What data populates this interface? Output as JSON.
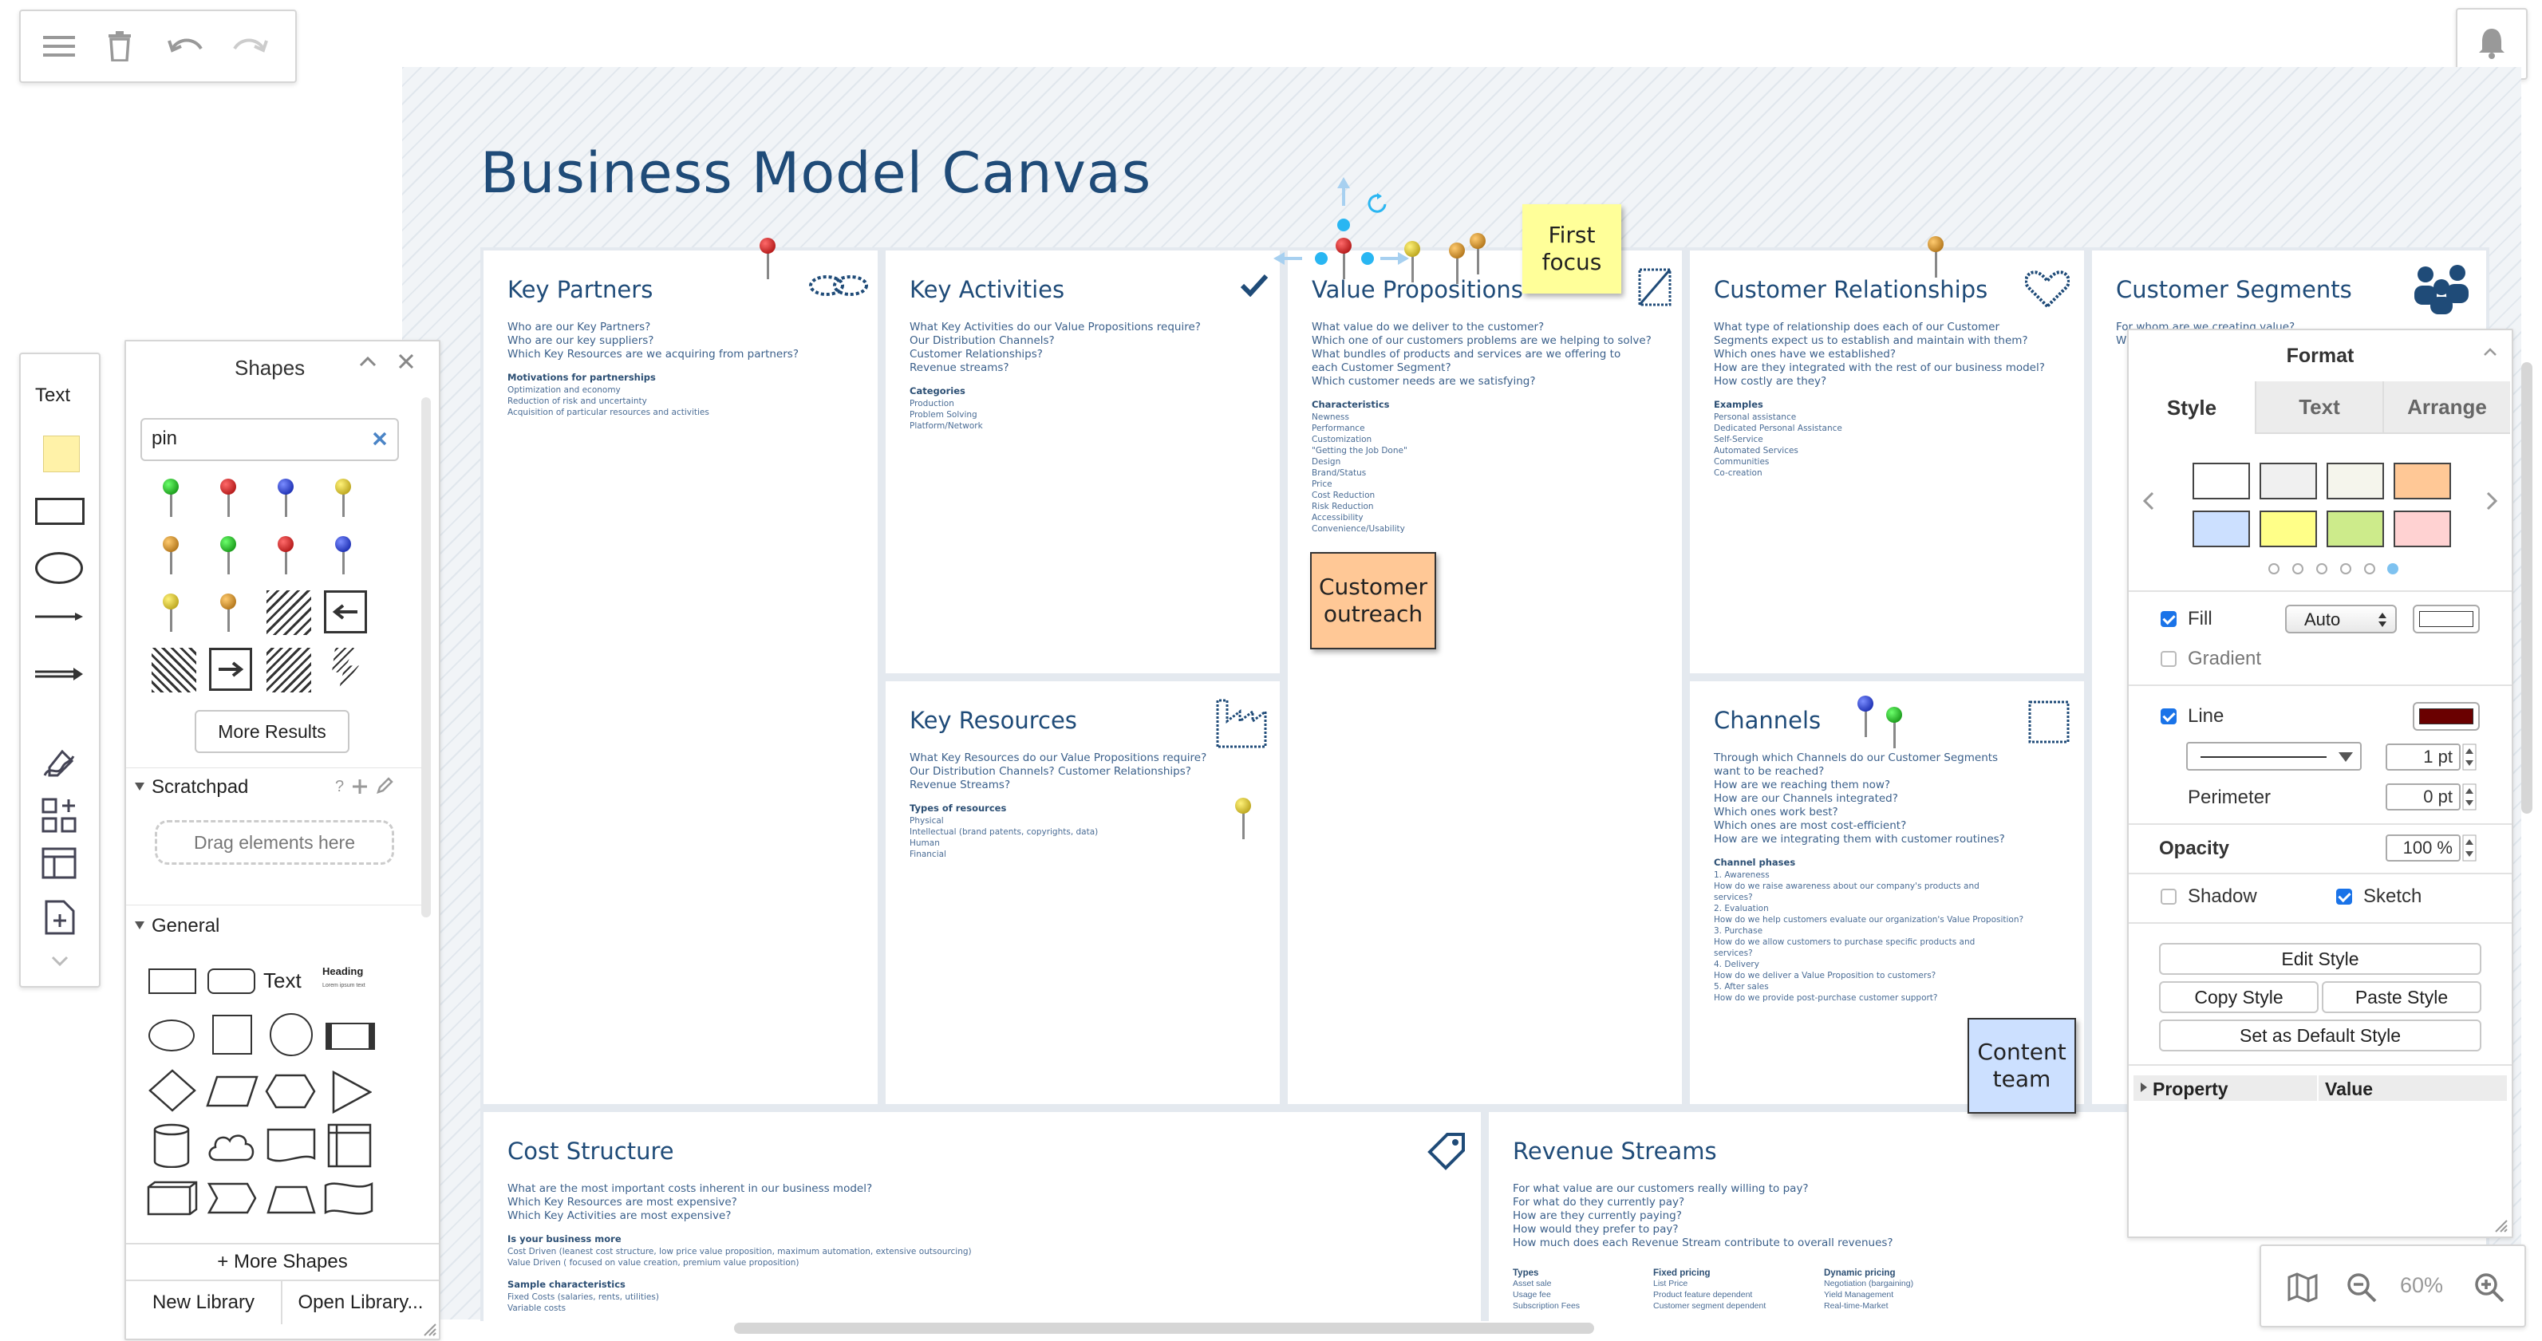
{
  "toolbar": {
    "menu_icon": "menu-icon",
    "delete_icon": "trash-icon",
    "undo_icon": "undo-icon",
    "redo_icon": "redo-icon"
  },
  "notification_icon": "bell-icon",
  "canvas": {
    "title": "Business Model Canvas",
    "cells": {
      "key_partners": {
        "title": "Key Partners",
        "questions": "Who are our Key Partners?\nWho are our key suppliers?\nWhich Key Resources are we acquiring from partners?",
        "sub": "Motivations for partnerships",
        "details": "Optimization and economy\nReduction of risk and uncertainty\nAcquisition of particular resources and activities"
      },
      "key_activities": {
        "title": "Key Activities",
        "questions": "What Key Activities do our Value Propositions require?\nOur Distribution Channels?\nCustomer Relationships?\nRevenue streams?",
        "sub": "Categories",
        "details": "Production\nProblem Solving\nPlatform/Network"
      },
      "value_propositions": {
        "title": "Value Propositions",
        "questions": "What value do we deliver to the customer?\nWhich one of our customers problems are we helping to solve?\nWhat bundles of products and services are we offering to\neach Customer Segment?\nWhich customer needs are we satisfying?",
        "sub": "Characteristics",
        "details": "Newness\nPerformance\nCustomization\n\"Getting the Job Done\"\nDesign\nBrand/Status\nPrice\nCost Reduction\nRisk Reduction\nAccessibility\nConvenience/Usability"
      },
      "customer_relationships": {
        "title": "Customer Relationships",
        "questions": "What type of relationship does each of our Customer\nSegments expect us to establish and maintain with them?\nWhich ones have we established?\nHow are they integrated with the rest of our business model?\nHow costly are they?",
        "sub": "Examples",
        "details": "Personal assistance\nDedicated Personal Assistance\nSelf-Service\nAutomated Services\nCommunities\nCo-creation"
      },
      "customer_segments": {
        "title": "Customer Segments",
        "questions": "For whom are we creating value?\nWho are our most important customers?",
        "sub": "",
        "details": ""
      },
      "key_resources": {
        "title": "Key Resources",
        "questions": "What Key Resources do our Value Propositions require?\nOur Distribution Channels? Customer Relationships?\nRevenue Streams?",
        "sub": "Types of resources",
        "details": "Physical\nIntellectual (brand patents, copyrights, data)\nHuman\nFinancial"
      },
      "channels": {
        "title": "Channels",
        "questions": "Through which Channels do our Customer Segments\nwant to be reached?\nHow are we reaching them now?\nHow are our Channels integrated?\nWhich ones work best?\nWhich ones are most cost-efficient?\nHow are we integrating them with customer routines?",
        "sub": "Channel phases",
        "details": "1. Awareness\n     How do we raise awareness about our company's products and\nservices?\n2. Evaluation\n     How do we help customers evaluate our organization's Value Proposition?\n3. Purchase\n     How do we allow customers to purchase specific products and\nservices?\n4. Delivery\n     How do we deliver a Value Proposition to customers?\n5. After sales\n     How do we provide post-purchase customer support?"
      },
      "cost_structure": {
        "title": "Cost Structure",
        "questions": "What are the most important costs inherent in our business model?\nWhich Key Resources are most expensive?\nWhich Key Activities are most expensive?",
        "sub": "Is your business more",
        "details": "Cost Driven (leanest cost structure, low price value proposition, maximum automation, extensive outsourcing)\nValue Driven ( focused on value creation, premium value proposition)",
        "sub2": "Sample characteristics",
        "details2": "Fixed Costs (salaries, rents, utilities)\nVariable costs"
      },
      "revenue_streams": {
        "title": "Revenue Streams",
        "questions": "For what value are our customers really willing to pay?\nFor what do they currently pay?\nHow are they currently paying?\nHow would they prefer to pay?\nHow much does each Revenue Stream contribute to overall revenues?",
        "cols": [
          {
            "h": "Types",
            "d": "Asset sale\nUsage fee\nSubscription Fees"
          },
          {
            "h": "Fixed pricing",
            "d": "List Price\nProduct feature dependent\nCustomer segment dependent"
          },
          {
            "h": "Dynamic pricing",
            "d": "Negotiation (bargaining)\nYield Management\nReal-time-Market"
          }
        ]
      }
    },
    "stickies": {
      "first_focus": "First\nfocus",
      "customer_outreach": "Customer\noutreach",
      "content_team": "Content\nteam"
    }
  },
  "left_tools": {
    "text_label": "Text",
    "icons": [
      "sticky-note-icon",
      "rectangle-icon",
      "ellipse-icon",
      "line-icon",
      "arrow-icon",
      "freehand-icon",
      "shapes-icon",
      "table-icon",
      "insert-page-icon",
      "chevron-down-icon"
    ]
  },
  "shapes_panel": {
    "title": "Shapes",
    "search_value": "pin",
    "more_results": "More Results",
    "scratchpad": "Scratchpad",
    "scratchpad_help": "?",
    "drag_hint": "Drag elements here",
    "general": "General",
    "text_shape": "Text",
    "heading_shape": "Heading",
    "heading_sub": "Lorem ipsum text",
    "more_shapes": "+ More Shapes",
    "new_library": "New Library",
    "open_library": "Open Library..."
  },
  "format_panel": {
    "title": "Format",
    "tabs": [
      "Style",
      "Text",
      "Arrange"
    ],
    "active_tab": "Style",
    "swatches": [
      "#ffffff",
      "#f0f0f0",
      "#f5f5ec",
      "#ffc896",
      "#cce0ff",
      "#ffff88",
      "#cdeb8b",
      "#ffd2d2"
    ],
    "fill_label": "Fill",
    "fill_mode": "Auto",
    "gradient_label": "Gradient",
    "line_label": "Line",
    "line_color": "#6a0000",
    "line_width": "1 pt",
    "perimeter_label": "Perimeter",
    "perimeter_value": "0 pt",
    "opacity_label": "Opacity",
    "opacity_value": "100 %",
    "shadow_label": "Shadow",
    "sketch_label": "Sketch",
    "edit_style": "Edit Style",
    "copy_style": "Copy Style",
    "paste_style": "Paste Style",
    "default_style": "Set as Default Style",
    "property_header": "Property",
    "value_header": "Value"
  },
  "zoom": {
    "value": "60%"
  }
}
